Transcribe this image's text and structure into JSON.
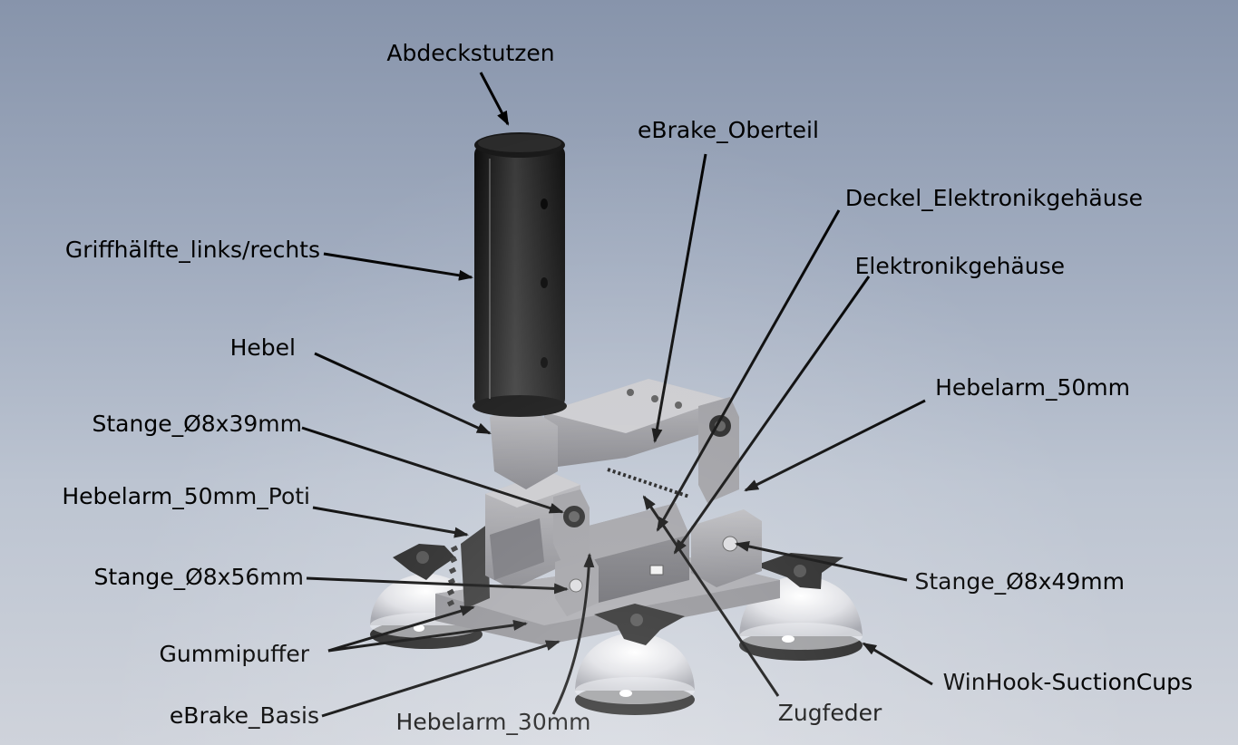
{
  "diagram": {
    "labels": {
      "abdeckstutzen": "Abdeckstutzen",
      "ebrake_oberteil": "eBrake_Oberteil",
      "deckel_elektronikgehaeuse": "Deckel_Elektronikgehäuse",
      "elektronikgehaeuse": "Elektronikgehäuse",
      "griffhaelfte": "Griffhälfte_links/rechts",
      "hebel": "Hebel",
      "hebelarm_50mm": "Hebelarm_50mm",
      "stange_39": "Stange_Ø8x39mm",
      "hebelarm_50mm_poti": "Hebelarm_50mm_Poti",
      "stange_56": "Stange_Ø8x56mm",
      "stange_49": "Stange_Ø8x49mm",
      "gummipuffer": "Gummipuffer",
      "winhook": "WinHook-SuctionCups",
      "ebrake_basis": "eBrake_Basis",
      "hebelarm_30mm": "Hebelarm_30mm",
      "zugfeder": "Zugfeder"
    }
  }
}
